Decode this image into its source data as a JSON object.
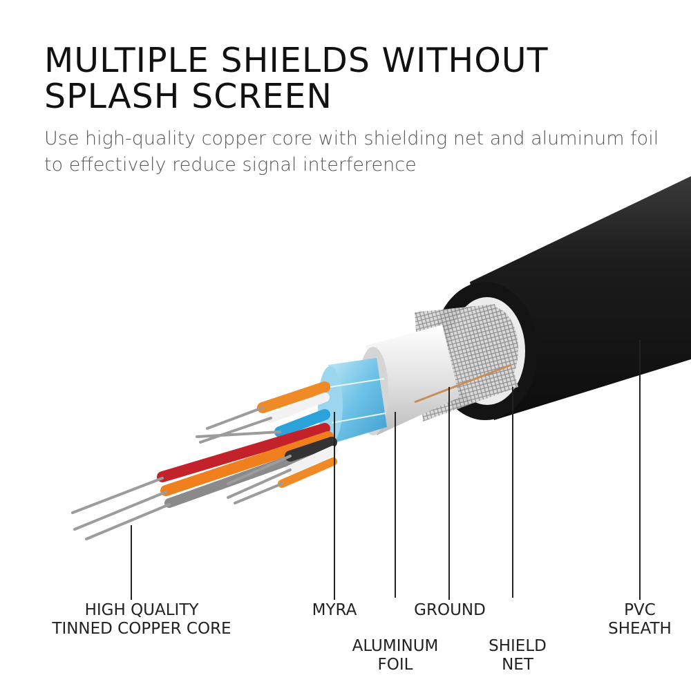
{
  "title": {
    "line1": "MULTIPLE SHIELDS WITHOUT",
    "line2": "SPLASH SCREEN"
  },
  "description": {
    "line1": "Use high-quality copper core with shielding net and aluminum foil",
    "line2": "to effectively reduce signal interference"
  },
  "labels": {
    "core": {
      "line1": "HIGH QUALITY",
      "line2": "TINNED COPPER CORE"
    },
    "myra": {
      "line1": "MYRA"
    },
    "foil": {
      "line1": "ALUMINUM",
      "line2": "FOIL"
    },
    "ground": {
      "line1": "GROUND"
    },
    "shield": {
      "line1": "SHIELD",
      "line2": "NET"
    },
    "pvc": {
      "line1": "PVC",
      "line2": "SHEATH"
    }
  },
  "colors": {
    "sheath": "#1a1a1a",
    "shield_net": "#c8c8c8",
    "foil": "#e6e6e6",
    "myra": "#7fc9e8",
    "wire_red": "#c4222a",
    "wire_orange": "#f07f1e",
    "wire_blue": "#2aa3dd",
    "wire_gray": "#8a8a8a",
    "wire_white": "#f2f2f2",
    "wire_black": "#333333",
    "copper": "#b0b0b0"
  }
}
